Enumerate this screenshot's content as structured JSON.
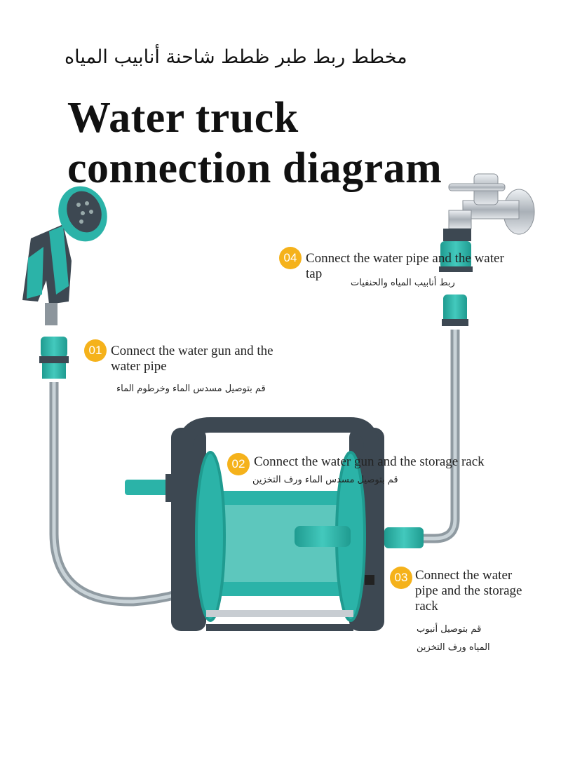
{
  "header": {
    "arabic_title": "مخطط ربط طبر ظطط شاحنة أنابيب المياه",
    "title_line1": "Water truck",
    "title_line2": "connection diagram"
  },
  "steps": [
    {
      "number": "01",
      "text_line1": "Connect the water gun and the",
      "text_line2": "water pipe",
      "arabic": "قم بتوصيل مسدس الماء وخرطوم الماء"
    },
    {
      "number": "02",
      "text_line1": "Connect the water gun and the storage rack",
      "arabic": "قم بتوصيل مسدس الماء ورف التخزين"
    },
    {
      "number": "03",
      "text_line1": "Connect the water",
      "text_line2": "pipe and the storage",
      "text_line3": "rack",
      "arabic_line1": "قم بتوصيل أنبوب",
      "arabic_line2": "المياه ورف التخزين"
    },
    {
      "number": "04",
      "text_line1": "Connect the water pipe and the water",
      "text_line2": "tap",
      "arabic": "ربط أنابيب المياه والحنفيات"
    }
  ],
  "colors": {
    "teal": "#2bb3a8",
    "dark_gray": "#3d4852",
    "badge": "#f5b21b",
    "chrome": "#c8cdd2"
  },
  "icons": [
    "spray-gun-icon",
    "faucet-icon",
    "hose-reel-icon"
  ]
}
